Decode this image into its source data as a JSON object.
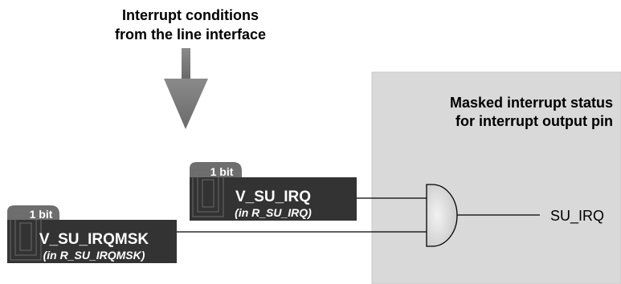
{
  "heading": {
    "line1": "Interrupt conditions",
    "line2": "from the line interface"
  },
  "panel": {
    "line1": "Masked interrupt status",
    "line2": "for interrupt output pin"
  },
  "reg_irq": {
    "tab": "1 bit",
    "name": "V_SU_IRQ",
    "sub": "(in R_SU_IRQ)"
  },
  "reg_irqmsk": {
    "tab": "1 bit",
    "name": "V_SU_IRQMSK",
    "sub": "(in R_SU_IRQMSK)"
  },
  "output": {
    "label": "SU_IRQ"
  },
  "colors": {
    "panel_bg": "#d9d9d9",
    "panel_border": "#c8c8c8",
    "register_dark": "#333333",
    "register_tab": "#6e6e6e",
    "arrow": "#777777",
    "gate_fill": "#d6d6d6",
    "wire": "#000000"
  }
}
